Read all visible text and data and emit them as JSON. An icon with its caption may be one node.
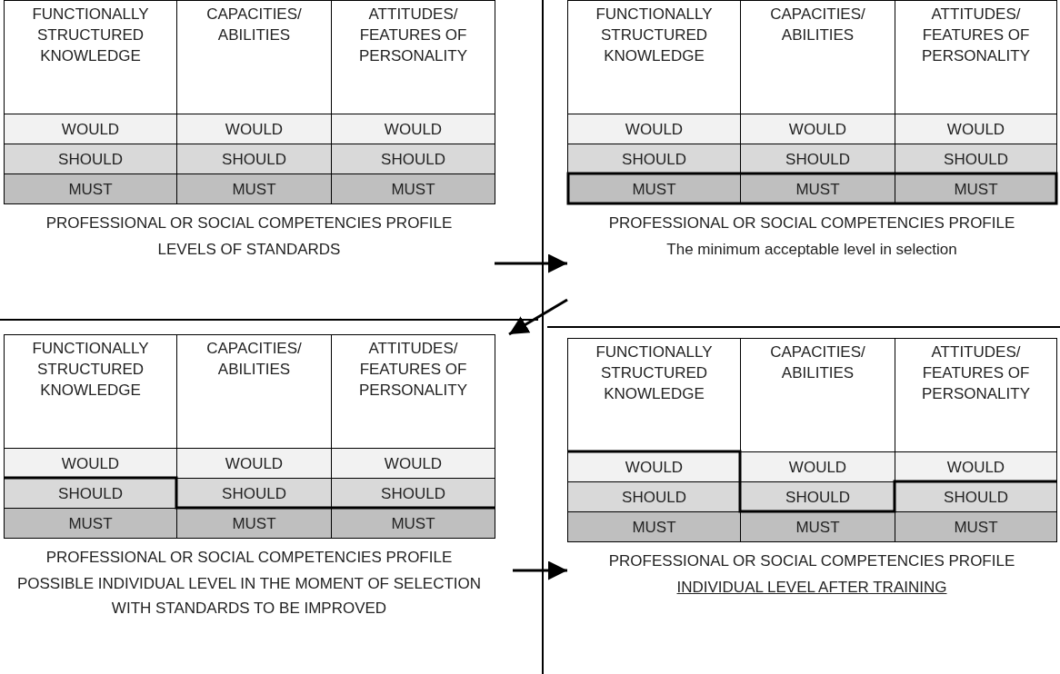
{
  "diagram": {
    "nodes": [
      {
        "text": [
          "PROFESSIONAL OR SOCIAL COMPETENCIES PROFILE",
          "LEVELS OF STANDARDS"
        ]
      },
      {
        "text": [
          "FUNCTIONALLY STRUCTURED KNOWLEDGE"
        ],
        "in": 0
      },
      {
        "text": [
          "CAPACITIES/ ABILITIES"
        ],
        "in": 0
      },
      {
        "text": [
          "ATTITUDES/ FEATURES OF PERSONALITY"
        ],
        "in": 0
      },
      {
        "text": [
          "WOULD"
        ],
        "in": 0
      },
      {
        "text": [
          "WOULD"
        ],
        "in": 0
      },
      {
        "text": [
          "WOULD"
        ],
        "in": 0
      },
      {
        "text": [
          "SHOULD"
        ],
        "in": 0
      },
      {
        "text": [
          "SHOULD"
        ],
        "in": 0
      },
      {
        "text": [
          "SHOULD"
        ],
        "in": 0
      },
      {
        "text": [
          "MUST"
        ],
        "in": 0
      },
      {
        "text": [
          "MUST"
        ],
        "in": 0
      },
      {
        "text": [
          "MUST"
        ],
        "in": 0
      },
      {
        "text": [
          "PROFESSIONAL OR SOCIAL COMPETENCIES PROFILE",
          "The minimum acceptable level in selection"
        ]
      },
      {
        "text": [
          "FUNCTIONALLY STRUCTURED KNOWLEDGE"
        ],
        "in": 13
      },
      {
        "text": [
          "CAPACITIES/ ABILITIES"
        ],
        "in": 13
      },
      {
        "text": [
          "ATTITUDES/ FEATURES OF PERSONALITY"
        ],
        "in": 13
      },
      {
        "text": [
          "WOULD"
        ],
        "in": 13
      },
      {
        "text": [
          "WOULD"
        ],
        "in": 13
      },
      {
        "text": [
          "WOULD"
        ],
        "in": 13
      },
      {
        "text": [
          "SHOULD"
        ],
        "in": 13
      },
      {
        "text": [
          "SHOULD"
        ],
        "in": 13
      },
      {
        "text": [
          "SHOULD"
        ],
        "in": 13
      },
      {
        "text": [
          "MUST"
        ],
        "in": 13
      },
      {
        "text": [
          "MUST"
        ],
        "in": 13
      },
      {
        "text": [
          "MUST"
        ],
        "in": 13
      },
      {
        "text": [
          "PROFESSIONAL OR SOCIAL COMPETENCIES PROFILE",
          "POSSIBLE INDIVIDUAL LEVEL IN THE MOMENT OF SELECTION WITH STANDARDS TO BE IMPROVED"
        ]
      },
      {
        "text": [
          "FUNCTIONALLY STRUCTURED KNOWLEDGE"
        ],
        "in": 26
      },
      {
        "text": [
          "CAPACITIES/ ABILITIES"
        ],
        "in": 26
      },
      {
        "text": [
          "ATTITUDES/ FEATURES OF PERSONALITY"
        ],
        "in": 26
      },
      {
        "text": [
          "WOULD"
        ],
        "in": 26
      },
      {
        "text": [
          "WOULD"
        ],
        "in": 26
      },
      {
        "text": [
          "WOULD"
        ],
        "in": 26
      },
      {
        "text": [
          "SHOULD"
        ],
        "in": 26
      },
      {
        "text": [
          "SHOULD"
        ],
        "in": 26
      },
      {
        "text": [
          "SHOULD"
        ],
        "in": 26
      },
      {
        "text": [
          "MUST"
        ],
        "in": 26
      },
      {
        "text": [
          "MUST"
        ],
        "in": 26
      },
      {
        "text": [
          "MUST"
        ],
        "in": 26
      },
      {
        "text": [
          "PROFESSIONAL OR SOCIAL COMPETENCIES PROFILE",
          "INDIVIDUAL LEVEL AFTER TRAINING"
        ]
      },
      {
        "text": [
          "FUNCTIONALLY STRUCTURED KNOWLEDGE"
        ],
        "in": 39
      },
      {
        "text": [
          "CAPACITIES/ ABILITIES"
        ],
        "in": 39
      },
      {
        "text": [
          "ATTITUDES/ FEATURES OF PERSONALITY"
        ],
        "in": 39
      },
      {
        "text": [
          "WOULD"
        ],
        "in": 39
      },
      {
        "text": [
          "WOULD"
        ],
        "in": 39
      },
      {
        "text": [
          "WOULD"
        ],
        "in": 39
      },
      {
        "text": [
          "SHOULD"
        ],
        "in": 39
      },
      {
        "text": [
          "SHOULD"
        ],
        "in": 39
      },
      {
        "text": [
          "SHOULD"
        ],
        "in": 39
      },
      {
        "text": [
          "MUST"
        ],
        "in": 39
      },
      {
        "text": [
          "MUST"
        ],
        "in": 39
      },
      {
        "text": [
          "MUST"
        ],
        "in": 39
      }
    ],
    "edges": [
      {
        "from": 0,
        "to": 13,
        "arrow": "to"
      },
      {
        "from": 13,
        "to": 26,
        "arrow": "to"
      },
      {
        "from": 26,
        "to": 39,
        "arrow": "to"
      }
    ]
  }
}
